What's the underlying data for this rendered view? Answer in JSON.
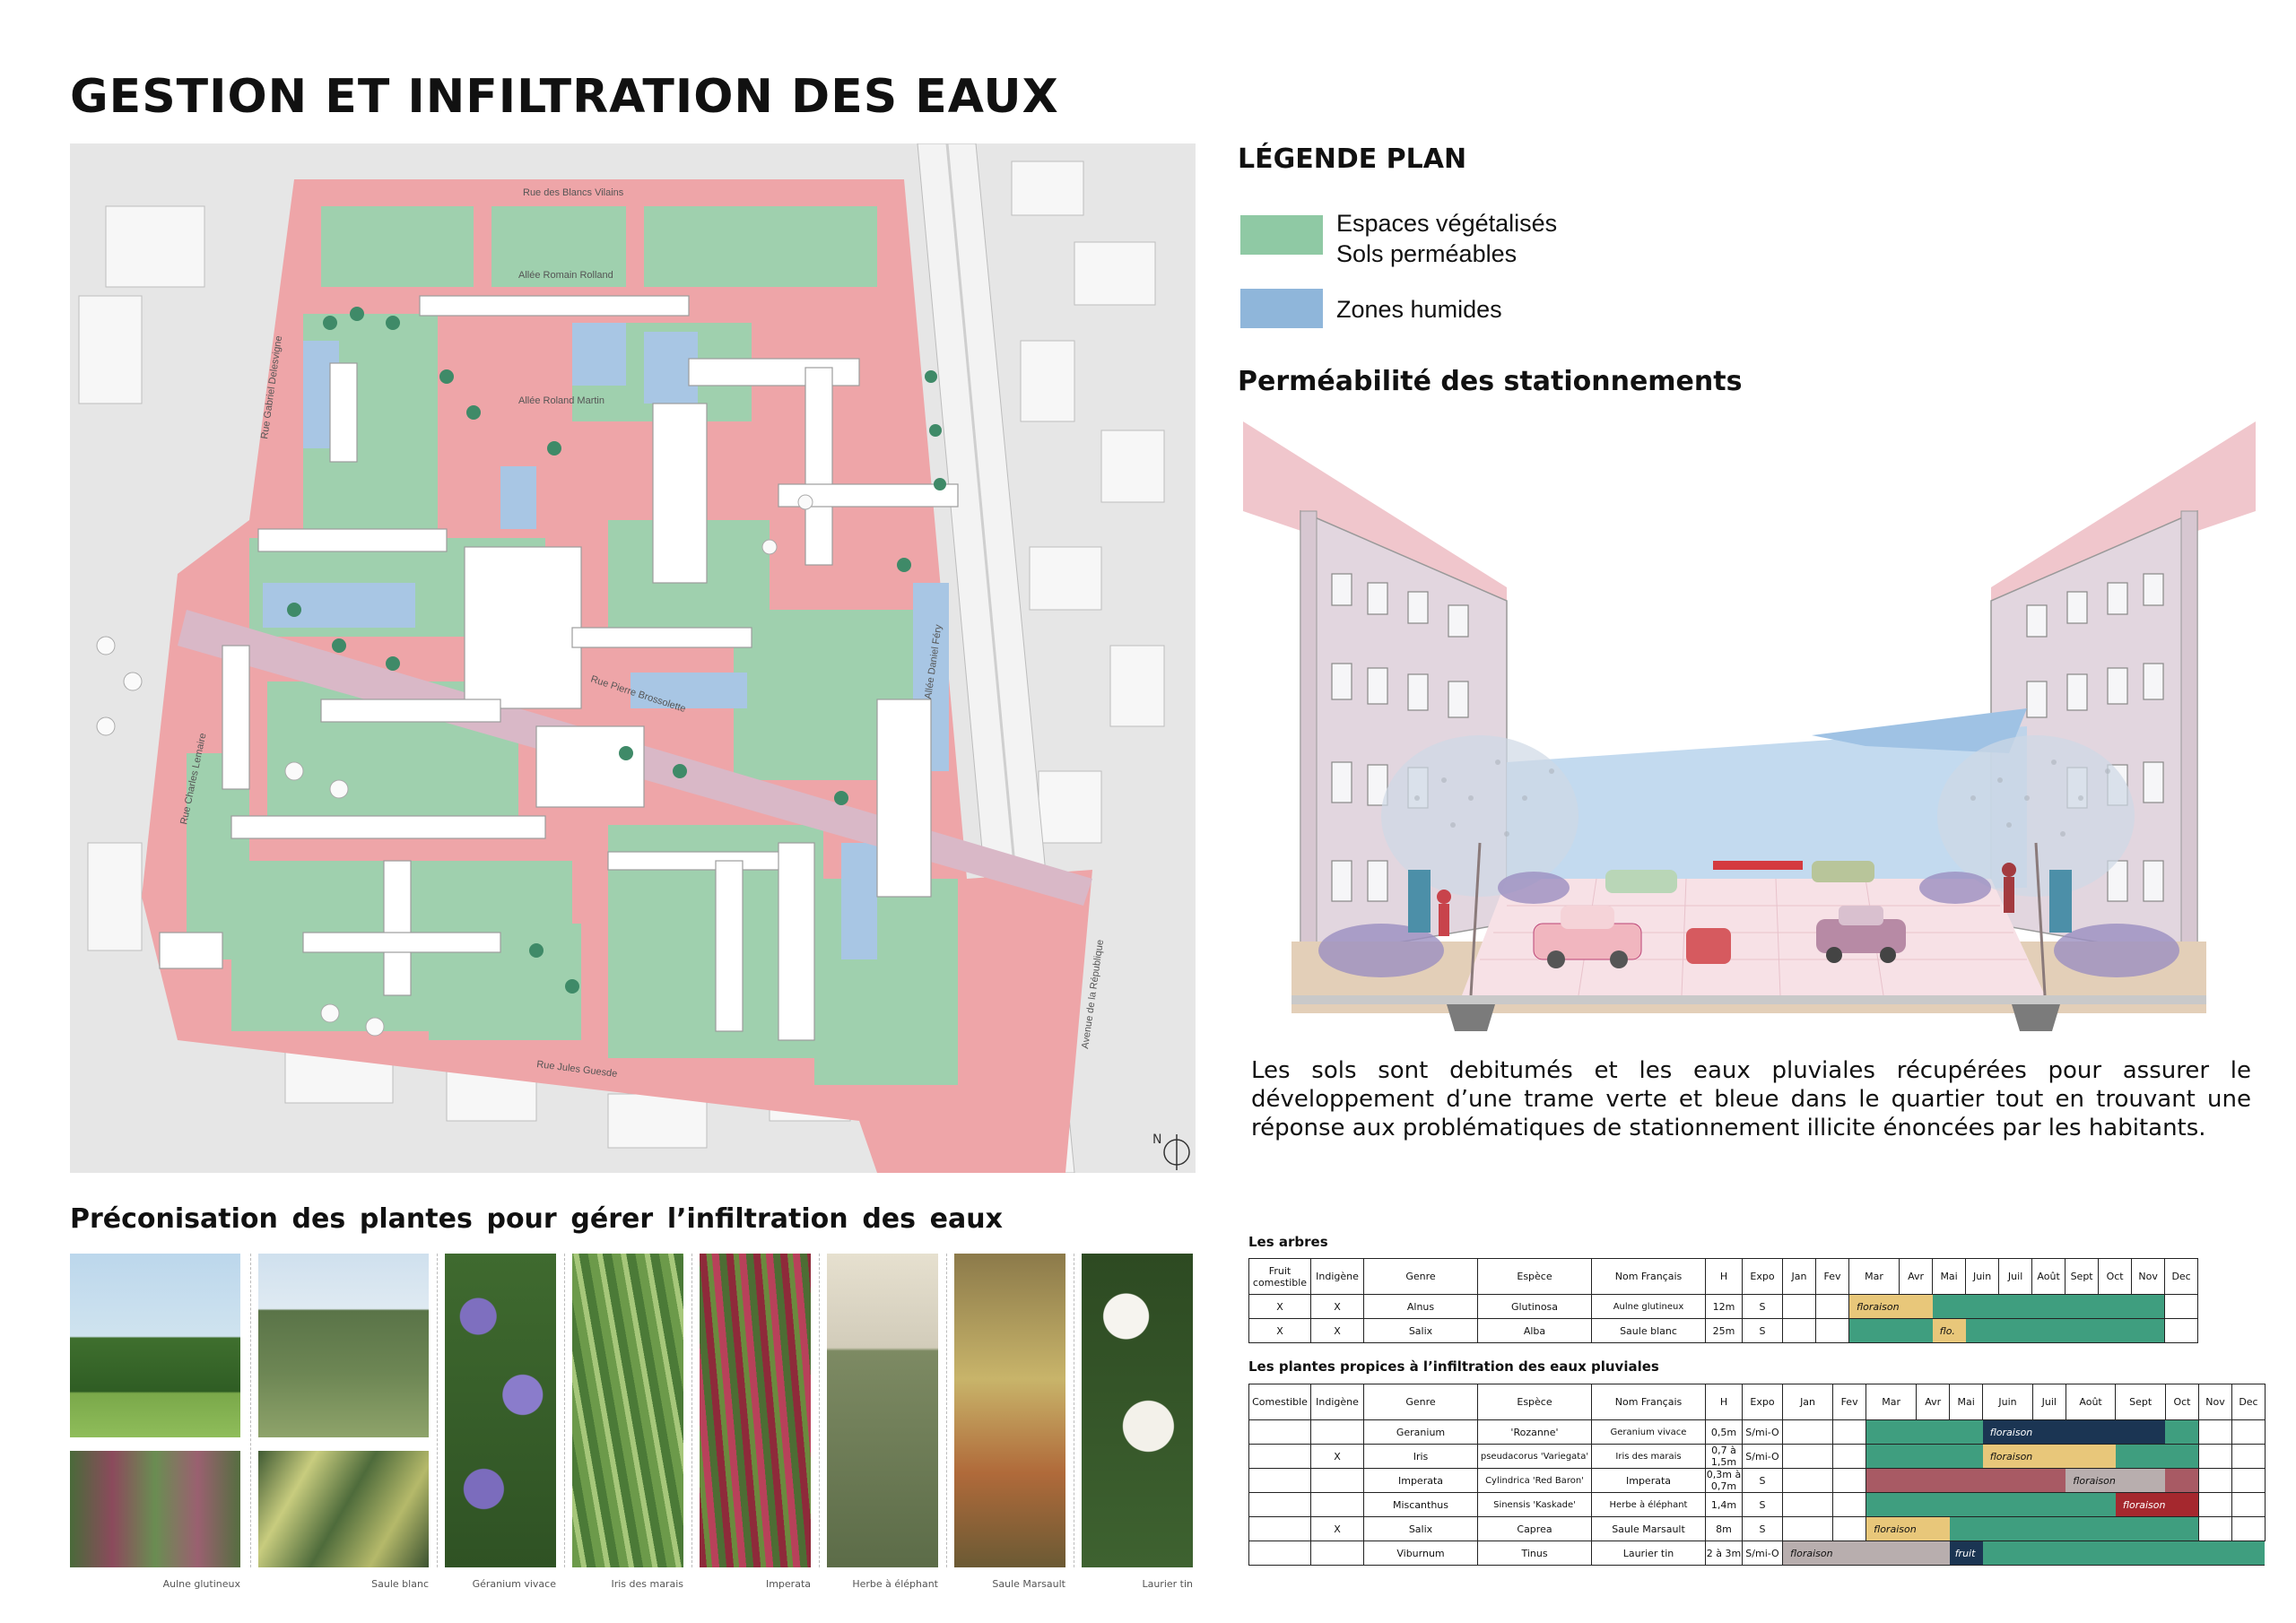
{
  "title": "GESTION ET INFILTRATION DES EAUX",
  "map": {
    "streets": [
      "Rue des Blancs Vilains",
      "Allée Romain Rolland",
      "Allée Roland Martin",
      "Rue Gabriel Delesvigne",
      "Rue Pierre Brossolette",
      "Allée Daniel Féry",
      "Rue Charles Lemaire",
      "Rue Jules Guesde",
      "Avenue de la République"
    ],
    "north": "N"
  },
  "legend": {
    "title": "LÉGENDE PLAN",
    "green_line1": "Espaces végétalisés",
    "green_line2": "Sols perméables",
    "blue": "Zones humides"
  },
  "permeability_title": "Perméabilité des stationnements",
  "description": "Les sols sont debitumés et les eaux pluviales récupérées pour assurer le développement d’une trame verte et bleue dans le quartier tout en trouvant une réponse aux problématiques de stationnement illicite énoncées par les habitants.",
  "plants_title_words": [
    "Préconisation",
    "des",
    "plantes",
    "pour",
    "gérer",
    "l’infiltration",
    "des",
    "eaux"
  ],
  "captions": [
    "Aulne glutineux",
    "Saule blanc",
    "Géranium vivace",
    "Iris des marais",
    "Imperata",
    "Herbe à éléphant",
    "Saule Marsault",
    "Laurier tin"
  ],
  "colors": {
    "green": "#3f9e7f",
    "green_plan": "#8fc9a4",
    "blue_plan": "#8fb6da",
    "red_plan": "#ec8f93",
    "gold": "#e8c77a",
    "navy": "#1b3553",
    "rose": "#a85a64",
    "grey": "#b8aeae",
    "crimson": "#a5282e"
  },
  "months": [
    "Jan",
    "Fev",
    "Mar",
    "Avr",
    "Mai",
    "Juin",
    "Juil",
    "Août",
    "Sept",
    "Oct",
    "Nov",
    "Dec"
  ],
  "trees": {
    "title": "Les arbres",
    "headers": [
      "Fruit comestible",
      "Indigène",
      "Genre",
      "Espèce",
      "Nom Français",
      "H",
      "Expo"
    ],
    "rows": [
      {
        "cells": [
          "X",
          "X",
          "Alnus",
          "Glutinosa",
          "Aulne glutineux",
          "12m",
          "S"
        ],
        "start": 2,
        "end": 11,
        "label": "floraison",
        "label_start": 2,
        "label_end": 4,
        "label_color": "gold"
      },
      {
        "cells": [
          "X",
          "X",
          "Salix",
          "Alba",
          "Saule blanc",
          "25m",
          "S"
        ],
        "start": 2,
        "end": 11,
        "label": "flo.",
        "label_start": 4,
        "label_end": 5,
        "label_color": "gold"
      }
    ]
  },
  "plants": {
    "title": "Les plantes propices à l’infiltration des eaux pluviales",
    "headers": [
      "Comestible",
      "Indigène",
      "Genre",
      "Espèce",
      "Nom Français",
      "H",
      "Expo"
    ],
    "rows": [
      {
        "cells": [
          "",
          "",
          "Geranium",
          "'Rozanne'",
          "Geranium vivace",
          "0,5m",
          "S/mi-O"
        ],
        "start": 2,
        "end": 10,
        "label": "floraison",
        "label_start": 5,
        "label_end": 9,
        "label_color": "navy"
      },
      {
        "cells": [
          "",
          "X",
          "Iris",
          "pseudacorus 'Variegata'",
          "Iris des marais",
          "0,7 à 1,5m",
          "S/mi-O"
        ],
        "start": 2,
        "end": 10,
        "label": "floraison",
        "label_start": 5,
        "label_end": 8,
        "label_color": "gold"
      },
      {
        "cells": [
          "",
          "",
          "Imperata",
          "Cylindrica 'Red Baron'",
          "Imperata",
          "0,3m à 0,7m",
          "S"
        ],
        "start": 2,
        "end": 10,
        "label": "floraison",
        "label_start": 7,
        "label_end": 9,
        "label_color": "grey",
        "base_color": "rose"
      },
      {
        "cells": [
          "",
          "",
          "Miscanthus",
          "Sinensis 'Kaskade'",
          "Herbe à éléphant",
          "1,4m",
          "S"
        ],
        "start": 2,
        "end": 10,
        "label": "floraison",
        "label_start": 8,
        "label_end": 10,
        "label_color": "crimson"
      },
      {
        "cells": [
          "",
          "X",
          "Salix",
          "Caprea",
          "Saule Marsault",
          "8m",
          "S"
        ],
        "start": 2,
        "end": 10,
        "label": "floraison",
        "label_start": 2,
        "label_end": 4,
        "label_color": "gold"
      },
      {
        "cells": [
          "",
          "",
          "Viburnum",
          "Tinus",
          "Laurier tin",
          "2 à 3m",
          "S/mi-O"
        ],
        "start": 0,
        "end": 12,
        "label": "floraison",
        "label_start": 0,
        "label_end": 4,
        "label_color": "grey",
        "label2": "fruit",
        "label2_start": 4,
        "label2_end": 5,
        "label2_color": "navy"
      }
    ]
  }
}
